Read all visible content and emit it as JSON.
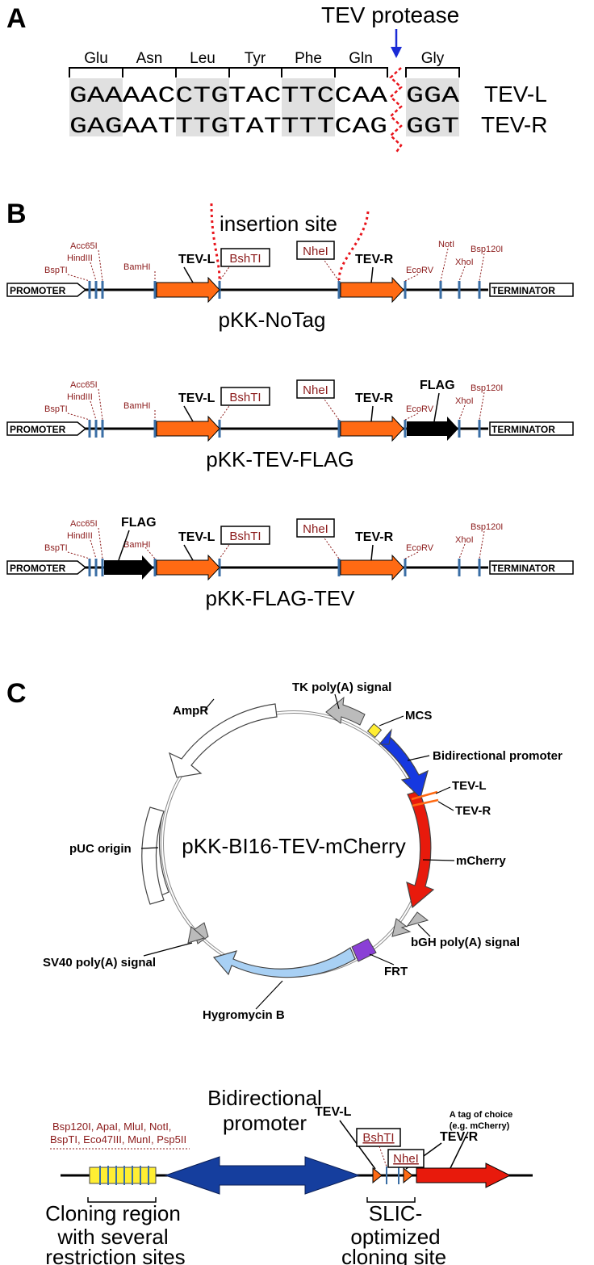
{
  "panels": {
    "a": {
      "letter": "A",
      "protease_label": "TEV protease",
      "amino_acids": [
        "Glu",
        "Asn",
        "Leu",
        "Tyr",
        "Phe",
        "Gln",
        "Gly"
      ],
      "seq_left": [
        "GAAAACCTGTACTTCCAA",
        "GGA"
      ],
      "seq_right": [
        "GAGAATTTGTATTTTCAG",
        "GGT"
      ],
      "row_labels": [
        "TEV-L",
        "TEV-R"
      ]
    },
    "b": {
      "letter": "B",
      "insertion_label": "insertion site",
      "promoter": "PROMOTER",
      "terminator": "TERMINATOR",
      "constructs": [
        "pKK-NoTag",
        "pKK-TEV-FLAG",
        "pKK-FLAG-TEV"
      ],
      "sites": {
        "bsptl": "BspTI",
        "hindiii": "HindIII",
        "acc65i": "Acc65I",
        "bamhi": "BamHI",
        "bshti": "BshTI",
        "nhei": "NheI",
        "ecorv": "EcoRV",
        "noti": "NotI",
        "xhoi": "XhoI",
        "bsp120i": "Bsp120I"
      },
      "features": {
        "tev_l": "TEV-L",
        "tev_r": "TEV-R",
        "flag": "FLAG"
      }
    },
    "c": {
      "letter": "C",
      "plasmid_name": "pKK-BI16-TEV-mCherry",
      "features": {
        "tk_polya": "TK poly(A) signal",
        "mcs": "MCS",
        "bidir_promoter": "Bidirectional promoter",
        "tev_l": "TEV-L",
        "tev_r": "TEV-R",
        "mcherry": "mCherry",
        "bgh_polya": "bGH poly(A) signal",
        "frt": "FRT",
        "hygromycin": "Hygromycin B",
        "sv40_polya": "SV40 poly(A) signal",
        "puc_origin": "pUC origin",
        "ampr": "AmpR"
      },
      "linear": {
        "sites_line1": "Bsp120I, ApaI, MluI, NotI,",
        "sites_line2": "BspTI, Eco47III, MunI, Psp5II",
        "bidir_line1": "Bidirectional",
        "bidir_line2": "promoter",
        "tev_l": "TEV-L",
        "tev_r": "TEV-R",
        "bshti": "BshTI",
        "nhei": "NheI",
        "tag_line1": "A tag of choice",
        "tag_line2": "(e.g. mCherry)",
        "cloning_region": [
          "Cloning region",
          "with several",
          "restriction sites"
        ],
        "slic_site": [
          "SLIC-",
          "optimized",
          "cloning site"
        ]
      }
    }
  },
  "colors": {
    "site_red": "#8b1a1a",
    "tev_orange": "#ff6a13",
    "site_blue": "#3a6ea5",
    "arrow_blue": "#1a2bd6",
    "cut_red": "#e8141b",
    "highlight_gray": "#e0e0e0",
    "promoter_blue": "#1638e0",
    "mcherry_red": "#e81a0c",
    "hygro_blue": "#a8d0f4",
    "frt_purple": "#8a3fd6",
    "mcs_yellow": "#ffee33",
    "dark_blue": "#153e9e"
  }
}
